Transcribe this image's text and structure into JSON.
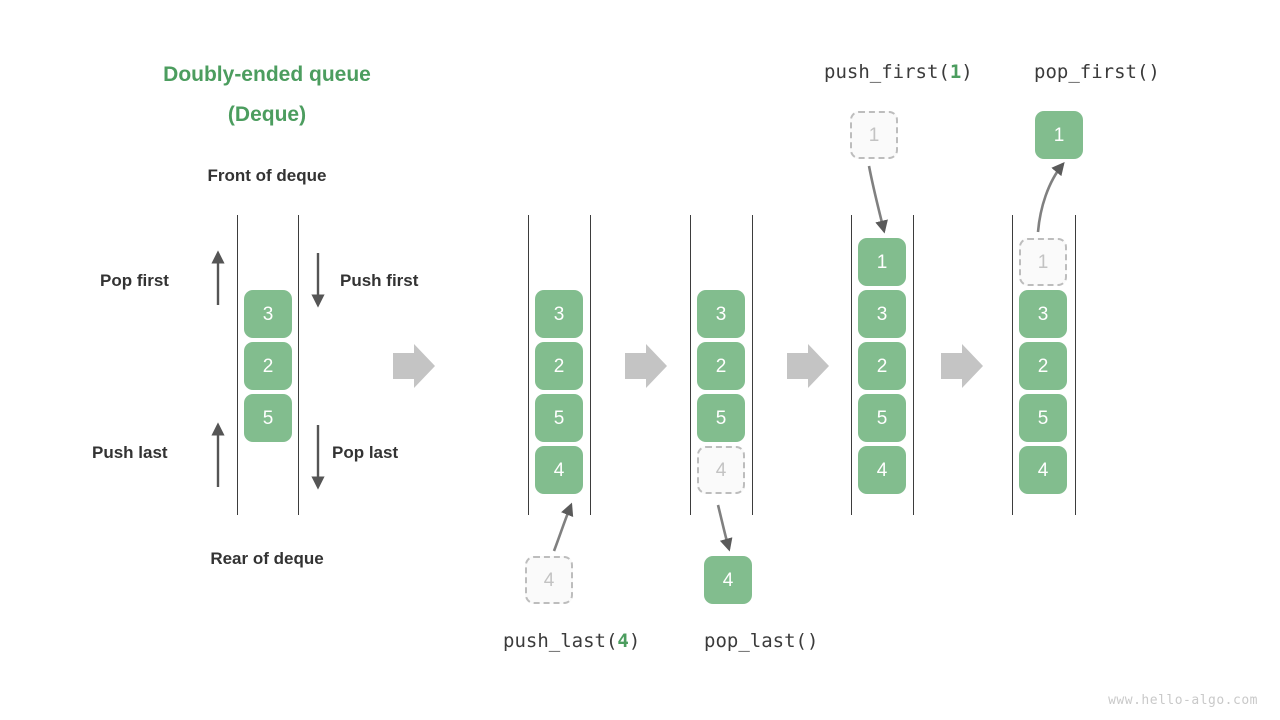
{
  "title": {
    "line1": "Doubly-ended queue",
    "line2": "(Deque)",
    "color": "#4c9d5f"
  },
  "labels": {
    "front_of_deque": "Front of deque",
    "rear_of_deque": "Rear of deque",
    "pop_first": "Pop first",
    "push_first": "Push first",
    "push_last": "Push last",
    "pop_last": "Pop last"
  },
  "operations": {
    "push_first": {
      "name": "push_first(",
      "arg": "1",
      "close": ")"
    },
    "pop_first": {
      "name": "pop_first()"
    },
    "push_last": {
      "name": "push_last(",
      "arg": "4",
      "close": ")"
    },
    "pop_last": {
      "name": "pop_last()"
    }
  },
  "colors": {
    "cell_fill": "#82bd8e",
    "cell_text": "#ffffff",
    "ghost_fill": "#fafafa",
    "ghost_border": "#bdbdbd",
    "ghost_text": "#c3c3c3",
    "rail": "#3d3d3d",
    "arrow_dark": "#555555",
    "arrow_big": "#c4c4c4",
    "label_text": "#333333",
    "accent_green": "#4c9d5f"
  },
  "panels": [
    {
      "id": "panel-legend",
      "cells": [
        {
          "value": "3",
          "state": "solid"
        },
        {
          "value": "2",
          "state": "solid"
        },
        {
          "value": "5",
          "state": "solid"
        }
      ]
    },
    {
      "id": "panel-initial",
      "cells": [
        {
          "value": "3",
          "state": "solid"
        },
        {
          "value": "2",
          "state": "solid"
        },
        {
          "value": "5",
          "state": "solid"
        },
        {
          "value": "4",
          "state": "solid"
        }
      ]
    },
    {
      "id": "panel-after-pop-last",
      "cells": [
        {
          "value": "3",
          "state": "solid"
        },
        {
          "value": "2",
          "state": "solid"
        },
        {
          "value": "5",
          "state": "solid"
        },
        {
          "value": "4",
          "state": "ghost"
        }
      ]
    },
    {
      "id": "panel-after-push-first",
      "cells": [
        {
          "value": "1",
          "state": "solid"
        },
        {
          "value": "3",
          "state": "solid"
        },
        {
          "value": "2",
          "state": "solid"
        },
        {
          "value": "5",
          "state": "solid"
        },
        {
          "value": "4",
          "state": "solid"
        }
      ]
    },
    {
      "id": "panel-after-pop-first",
      "cells": [
        {
          "value": "1",
          "state": "ghost"
        },
        {
          "value": "3",
          "state": "solid"
        },
        {
          "value": "2",
          "state": "solid"
        },
        {
          "value": "5",
          "state": "solid"
        },
        {
          "value": "4",
          "state": "solid"
        }
      ]
    }
  ],
  "floating_cells": {
    "push_last_incoming": {
      "value": "4",
      "state": "ghost"
    },
    "pop_last_outgoing": {
      "value": "4",
      "state": "solid"
    },
    "push_first_incoming": {
      "value": "1",
      "state": "ghost"
    },
    "pop_first_outgoing": {
      "value": "1",
      "state": "solid"
    }
  },
  "watermark": "www.hello-algo.com"
}
